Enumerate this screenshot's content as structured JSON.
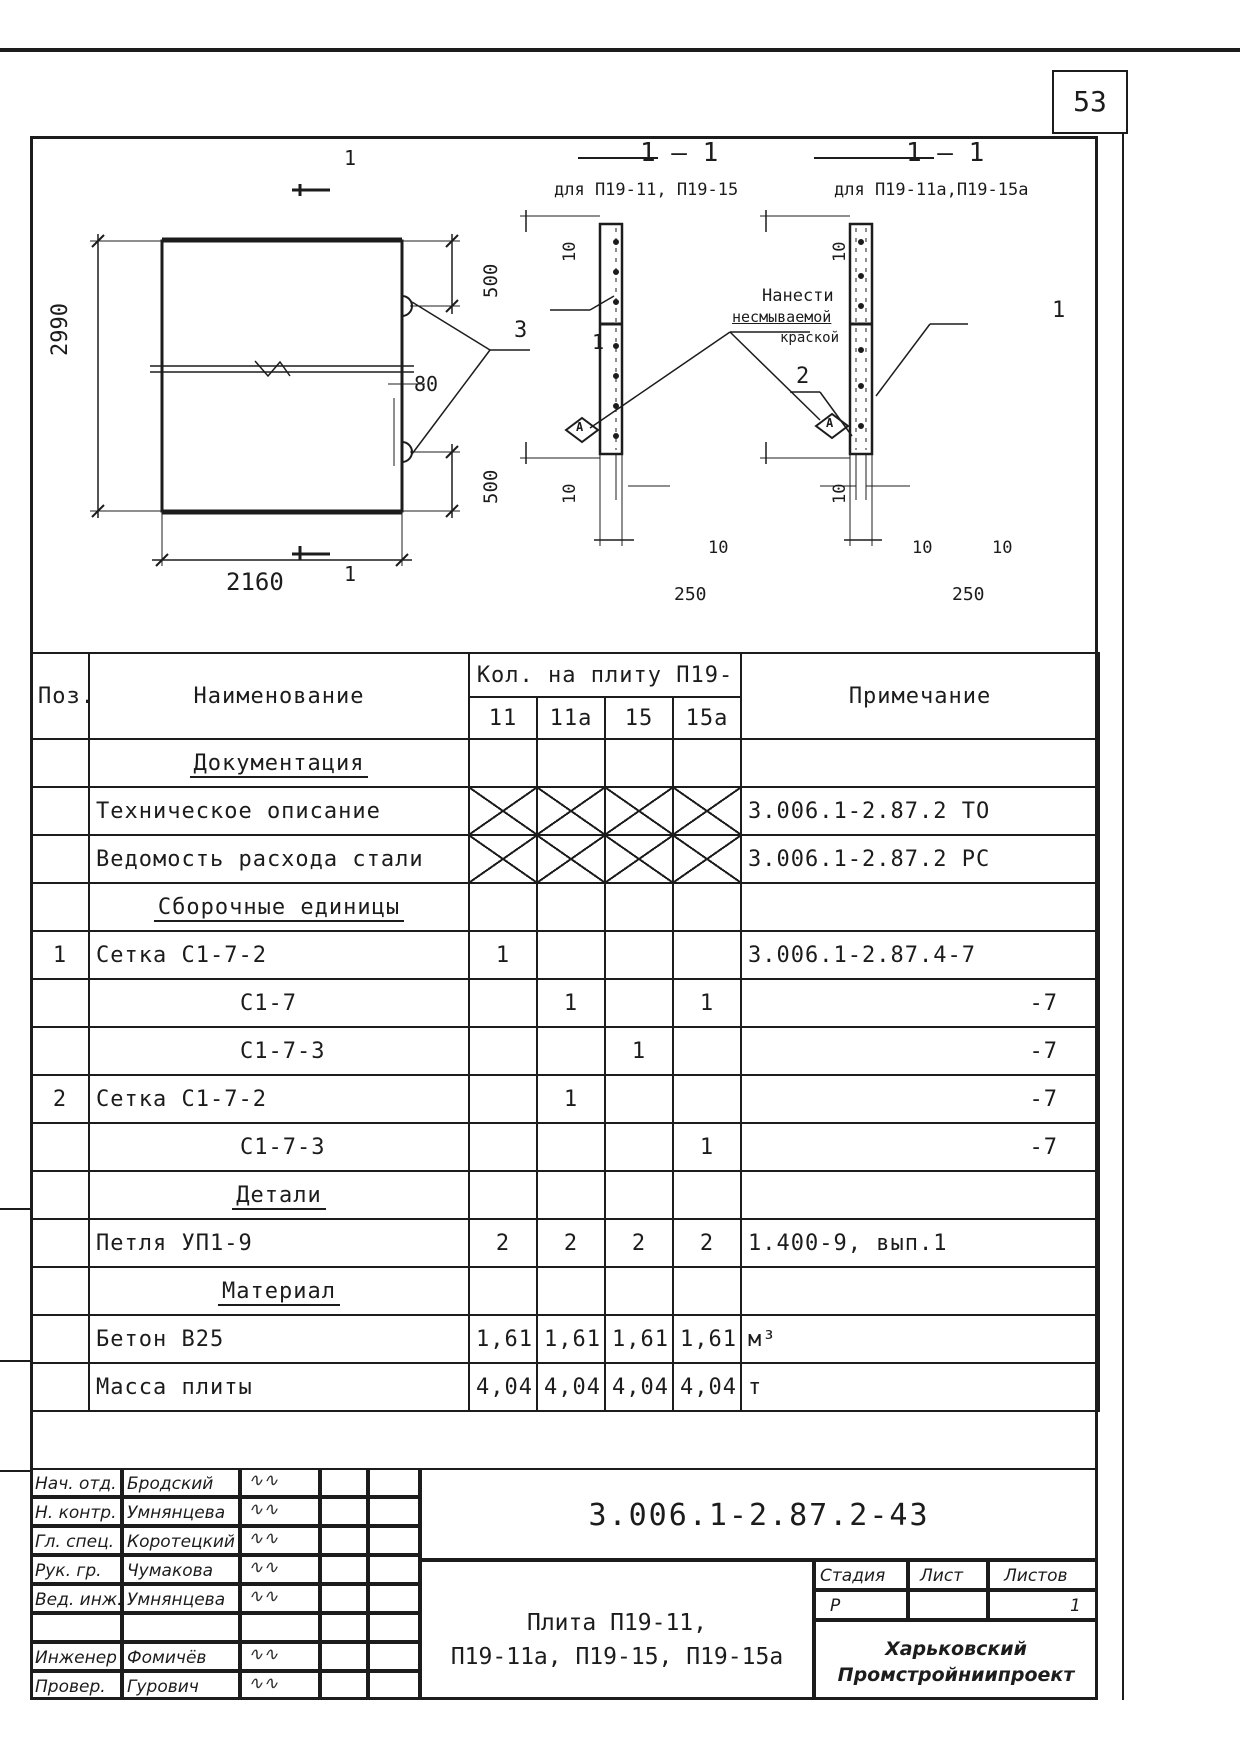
{
  "page_number": "53",
  "drawing": {
    "plan": {
      "height_dim": "2990",
      "width_dim": "2160",
      "dim_top": "500",
      "dim_bottom": "500",
      "dim_gap": "80",
      "callout_3": "3",
      "section_mark": "1"
    },
    "section_a": {
      "title": "1 — 1",
      "subtitle": "для П19-11, П19-15",
      "dim_top": "10",
      "dim_bottom": "10",
      "dim_side": "10",
      "dim_width": "250",
      "callout": "1"
    },
    "section_b": {
      "title": "1 — 1",
      "subtitle": "для П19-11а,П19-15а",
      "dim_top": "10",
      "dim_bottom": "10",
      "dim_left": "10",
      "dim_right": "10",
      "dim_width": "250",
      "callout_1": "1",
      "callout_2": "2"
    },
    "note_line1": "Нанести",
    "note_line2": "несмываемой",
    "note_line3": "краской",
    "marker": "А"
  },
  "spec": {
    "header": {
      "pos": "Поз.",
      "name": "Наименование",
      "qty": "Кол. на плиту П19-",
      "note": "Примечание",
      "cols": [
        "11",
        "11а",
        "15",
        "15а"
      ]
    },
    "rows": [
      {
        "type": "section",
        "name": "Документация"
      },
      {
        "type": "cross",
        "pos": "",
        "name": "Техническое описание",
        "note": "3.006.1-2.87.2 ТО"
      },
      {
        "type": "cross",
        "pos": "",
        "name": "Ведомость расхода стали",
        "note": "3.006.1-2.87.2 РС"
      },
      {
        "type": "section",
        "name": "Сборочные единицы"
      },
      {
        "type": "item",
        "pos": "1",
        "name": "Сетка С1-7-2",
        "q": [
          "1",
          "",
          "",
          ""
        ],
        "note": "3.006.1-2.87.4-7"
      },
      {
        "type": "sub",
        "pos": "",
        "name": "С1-7",
        "q": [
          "",
          "1",
          "",
          "1"
        ],
        "note": "-7"
      },
      {
        "type": "sub",
        "pos": "",
        "name": "С1-7-3",
        "q": [
          "",
          "",
          "1",
          ""
        ],
        "note": "-7"
      },
      {
        "type": "item",
        "pos": "2",
        "name": "Сетка С1-7-2",
        "q": [
          "",
          "1",
          "",
          ""
        ],
        "note": "-7"
      },
      {
        "type": "sub",
        "pos": "",
        "name": "С1-7-3",
        "q": [
          "",
          "",
          "",
          "1"
        ],
        "note": "-7"
      },
      {
        "type": "section",
        "name": "Детали"
      },
      {
        "type": "item",
        "pos": "",
        "name": "Петля УП1-9",
        "q": [
          "2",
          "2",
          "2",
          "2"
        ],
        "note": "1.400-9, вып.1"
      },
      {
        "type": "section",
        "name": "Материал"
      },
      {
        "type": "item",
        "pos": "",
        "name": "Бетон В25",
        "q": [
          "1,61",
          "1,61",
          "1,61",
          "1,61"
        ],
        "note": "м³"
      },
      {
        "type": "item",
        "pos": "",
        "name": "Масса плиты",
        "q": [
          "4,04",
          "4,04",
          "4,04",
          "4,04"
        ],
        "note": "т"
      }
    ]
  },
  "title_block": {
    "roles": [
      "Нач. отд.",
      "Н. контр.",
      "Гл. спец.",
      "Рук. гр.",
      "Вед. инж.",
      "",
      "Инженер",
      "Провер."
    ],
    "names": [
      "Бродский",
      "Умнянцева",
      "Коротецкий",
      "Чумакова",
      "Умнянцева",
      "",
      "Фомичёв",
      "Гурович"
    ],
    "code": "3.006.1-2.87.2-43",
    "title_line1": "Плита П19-11,",
    "title_line2": "П19-11а, П19-15, П19-15а",
    "stage_label": "Стадия",
    "sheet_label": "Лист",
    "sheets_label": "Листов",
    "stage_value": "Р",
    "sheet_value": "",
    "sheets_value": "1",
    "org_line1": "Харьковский",
    "org_line2": "Промстройниипроект"
  }
}
